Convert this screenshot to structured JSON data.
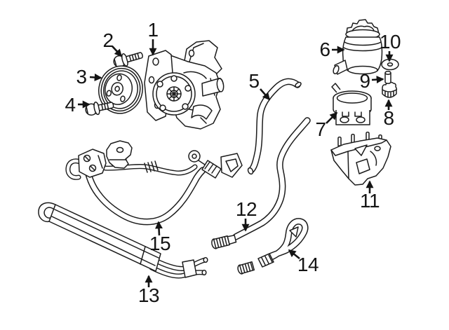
{
  "diagram": {
    "kind": "automotive-power-steering-parts-diagram",
    "background_color": "#ffffff",
    "line_color": "#1c1c1c",
    "label_color": "#141414",
    "callouts": [
      {
        "number": "1",
        "part": "power-steering-pump"
      },
      {
        "number": "2",
        "part": "pulley-bolt"
      },
      {
        "number": "3",
        "part": "pulley"
      },
      {
        "number": "4",
        "part": "mounting-bolt"
      },
      {
        "number": "5",
        "part": "suction-hose"
      },
      {
        "number": "6",
        "part": "fluid-reservoir"
      },
      {
        "number": "7",
        "part": "reservoir-clamp"
      },
      {
        "number": "8",
        "part": "plug"
      },
      {
        "number": "9",
        "part": "pin"
      },
      {
        "number": "10",
        "part": "washer"
      },
      {
        "number": "11",
        "part": "reservoir-bracket"
      },
      {
        "number": "12",
        "part": "return-hose"
      },
      {
        "number": "13",
        "part": "fluid-cooler"
      },
      {
        "number": "14",
        "part": "cooler-hose"
      },
      {
        "number": "15",
        "part": "pressure-hose-assembly"
      }
    ]
  }
}
